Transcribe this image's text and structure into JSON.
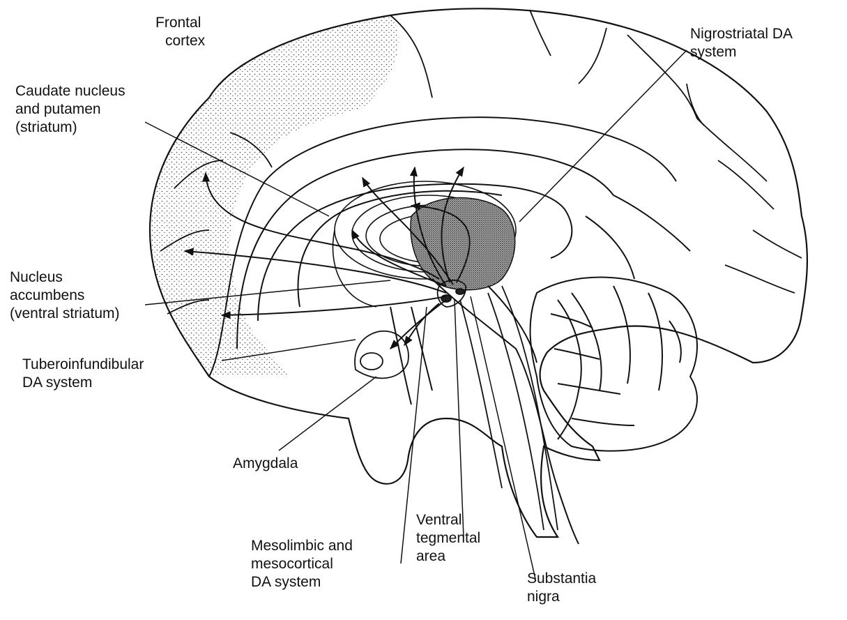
{
  "diagram": {
    "labels": {
      "frontal_cortex": [
        "Frontal",
        "cortex"
      ],
      "nigrostriatal": [
        "Nigrostriatal DA",
        "system"
      ],
      "caudate": [
        "Caudate nucleus",
        "and putamen",
        "(striatum)"
      ],
      "nucleus_accumbens": [
        "Nucleus",
        "accumbens",
        "(ventral striatum)"
      ],
      "tuberoinfundibular": [
        "Tuberoinfundibular",
        "DA system"
      ],
      "amygdala": [
        "Amygdala"
      ],
      "mesolimbic": [
        "Mesolimbic and",
        "mesocortical",
        "DA system"
      ],
      "vta": [
        "Ventral",
        "tegmental",
        "area"
      ],
      "substantia_nigra": [
        "Substantia",
        "nigra"
      ]
    },
    "colors": {
      "line": "#111111",
      "stipple": "#444444",
      "background": "#ffffff"
    }
  }
}
